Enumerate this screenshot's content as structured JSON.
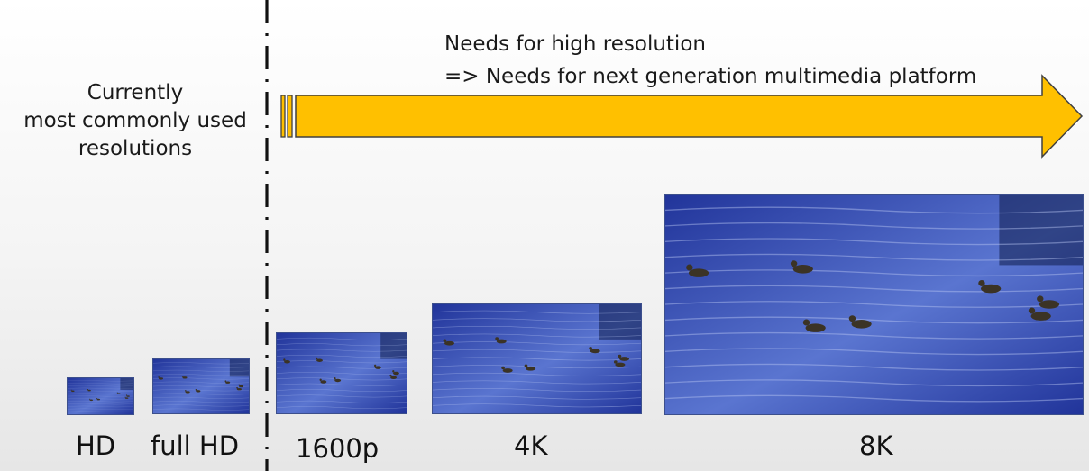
{
  "left_caption": {
    "line1": "Currently",
    "line2": "most commonly used",
    "line3": "resolutions"
  },
  "arrow": {
    "line1": "Needs for high resolution",
    "line2": "=> Needs for next generation multimedia platform",
    "fill_color": "#FFC000",
    "stroke_color": "#404040"
  },
  "resolutions": [
    {
      "label": "HD"
    },
    {
      "label": "full HD"
    },
    {
      "label": "1600p"
    },
    {
      "label": "4K"
    },
    {
      "label": "8K"
    }
  ],
  "colors": {
    "water_dark": "#21349a",
    "water_light": "#5a75d0",
    "duck": "#3b3325"
  }
}
